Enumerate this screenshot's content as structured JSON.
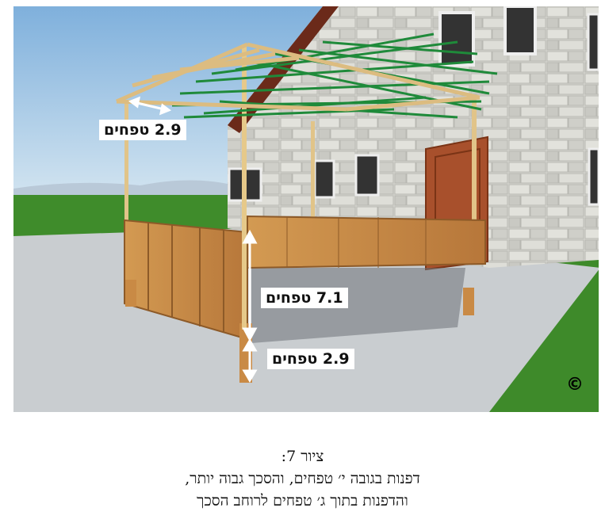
{
  "labels": {
    "roof_gap": "2.9 טפחים",
    "wall_height": "7.1 טפחים",
    "ground_gap": "2.9 טפחים"
  },
  "copyright": "©",
  "caption": {
    "line1": "ציור 7:",
    "line2": "דפנות בגובה י׳ טפחים, והסכך גבוה יותר,",
    "line3": "והדפנות בתוך ג׳ טפחים לרוחב הסכך"
  },
  "colors": {
    "sky": "#9fc3e3",
    "grass": "#3e8a2a",
    "stone": "#d9d9d4",
    "wood": "#c98a45",
    "pole": "#e6c98a",
    "schach": "#1f8a3a",
    "ground": "#c9cdd0"
  }
}
